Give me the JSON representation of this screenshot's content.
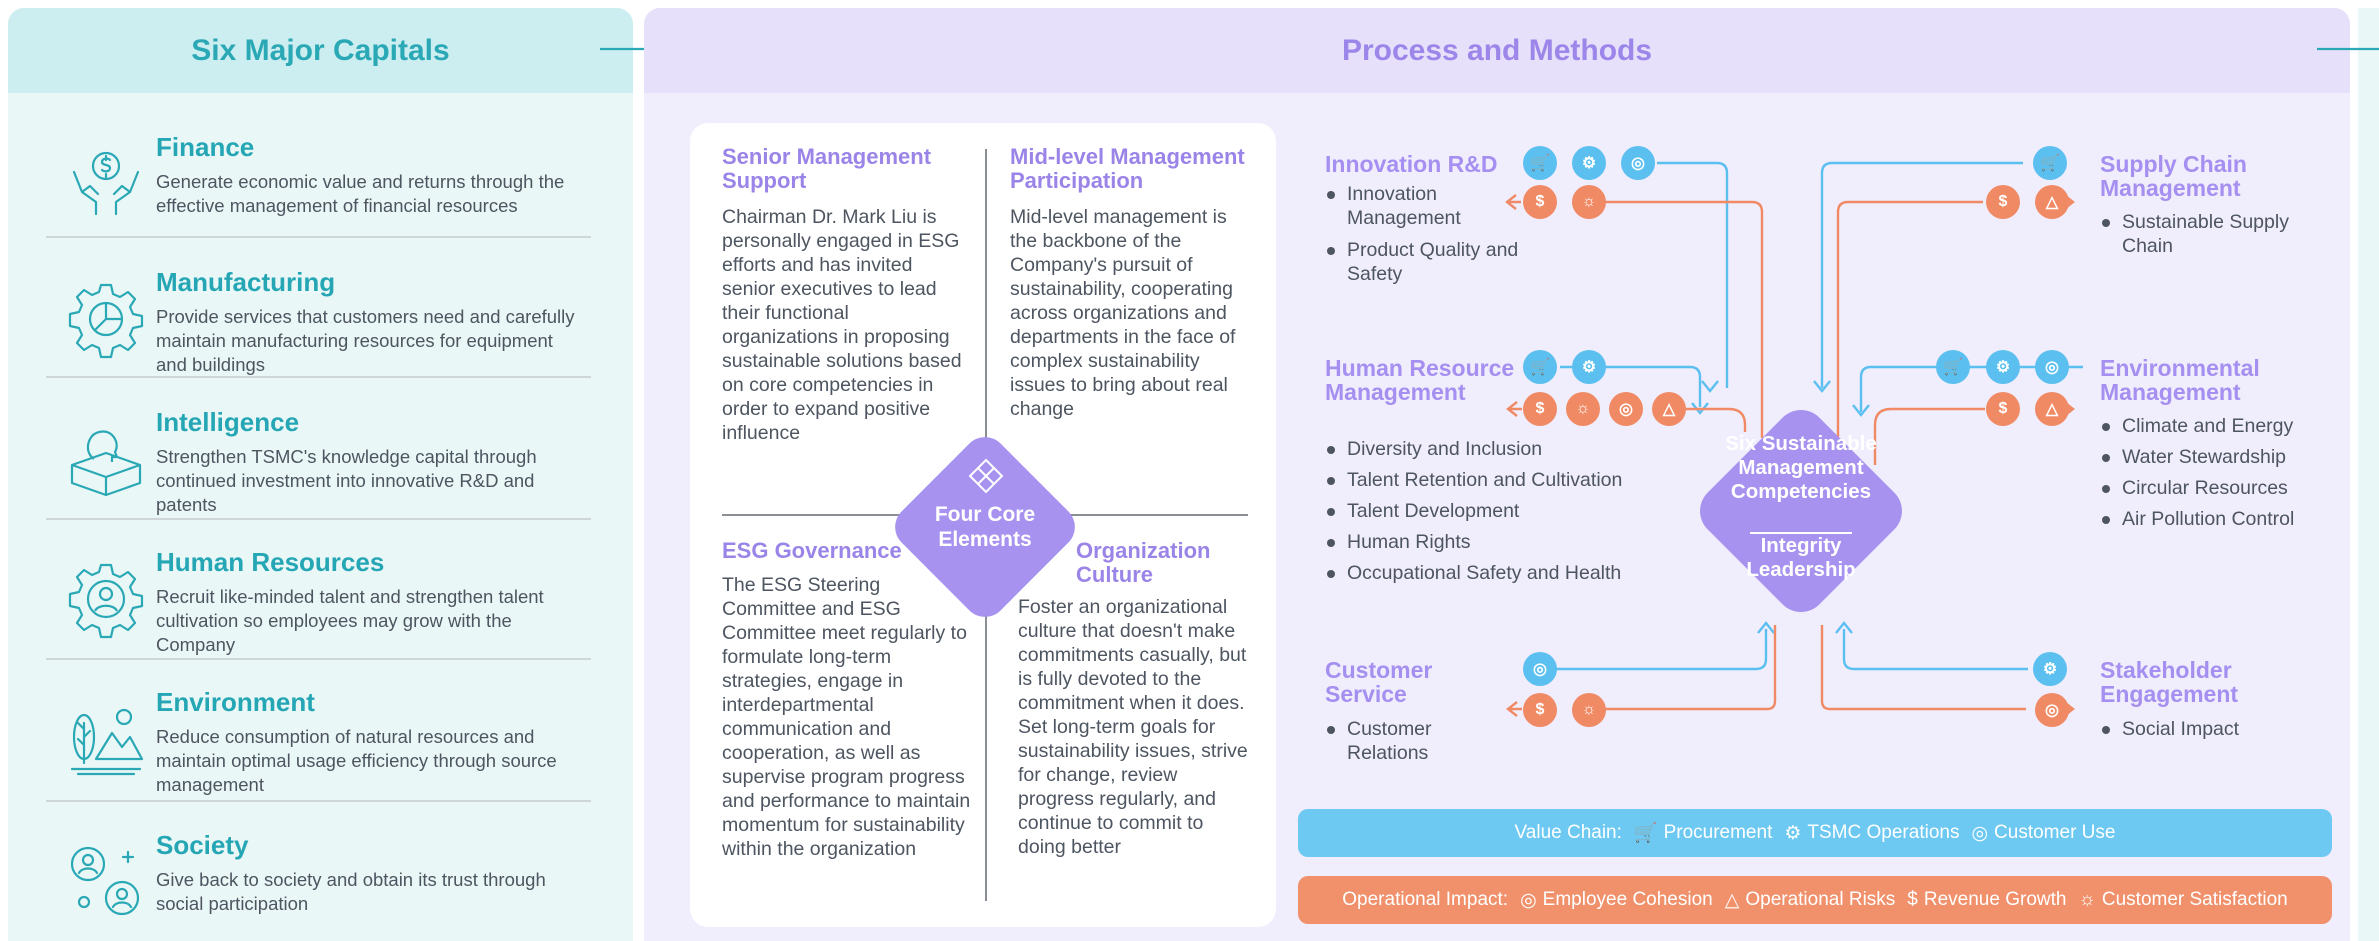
{
  "left": {
    "header": "Six Major Capitals",
    "items": [
      {
        "title": "Finance",
        "desc": "Generate economic value and returns through the effective management of financial resources"
      },
      {
        "title": "Manufacturing",
        "desc": "Provide services that customers need and carefully maintain manufacturing resources for equipment and buildings"
      },
      {
        "title": "Intelligence",
        "desc": "Strengthen TSMC's  knowledge capital through continued investment into innovative R&D and patents"
      },
      {
        "title": "Human Resources",
        "desc": "Recruit like-minded talent and strengthen talent cultivation so employees may grow with the Company"
      },
      {
        "title": "Environment",
        "desc": "Reduce consumption of natural resources and maintain optimal usage efficiency through source management"
      },
      {
        "title": "Society",
        "desc": "Give back to society and obtain its trust through social participation"
      }
    ]
  },
  "middle": {
    "header": "Process and Methods",
    "core": {
      "center_label": "Four Core Elements",
      "senior": {
        "title": "Senior Management Support",
        "text": "Chairman Dr. Mark Liu is personally engaged in ESG efforts and has invited senior executives to lead their functional organizations in proposing sustainable solutions based on core competencies in order to expand positive influence"
      },
      "mid": {
        "title": "Mid-level Management Participation",
        "text": "Mid-level management is the backbone of the Company's pursuit of sustainability, cooperating across organizations and departments in the face of complex sustainability issues to bring about real change"
      },
      "esg": {
        "title": "ESG Governance",
        "text": "The ESG Steering Committee and ESG Committee meet regularly to formulate long-term strategies, engage in interdepartmental communication and cooperation, as well as supervise program progress and performance to maintain momentum for sustainability within the organization"
      },
      "culture": {
        "title": "Organization Culture",
        "text": "Foster an organizational culture that doesn't make commitments casually, but is fully devoted to the commitment when it does. Set long-term goals for sustainability issues, strive for change, review progress regularly, and continue to commit to doing better"
      }
    },
    "center": {
      "line1": "Six Sustainable Management Competencies",
      "line2": "Integrity Leadership"
    },
    "functions": {
      "innovation": {
        "title": "Innovation R&D",
        "items": [
          "Innovation Management",
          "Product Quality and Safety"
        ]
      },
      "human": {
        "title": "Human Resource Management",
        "items": [
          "Diversity and Inclusion",
          "Talent Retention and Cultivation",
          "Talent Development",
          "Human Rights",
          "Occupational Safety and Health"
        ]
      },
      "customer": {
        "title": "Customer Service",
        "items": [
          "Customer Relations"
        ]
      },
      "supply": {
        "title": "Supply Chain Management",
        "items": [
          "Sustainable Supply Chain"
        ]
      },
      "environmental": {
        "title": "Environmental Management",
        "items": [
          "Climate and Energy",
          "Water Stewardship",
          "Circular Resources",
          "Air Pollution Control"
        ]
      },
      "stakeholder": {
        "title": "Stakeholder Engagement",
        "items": [
          "Social Impact"
        ]
      }
    },
    "value_chain": {
      "label": "Value Chain:",
      "procurement": "Procurement",
      "operations": "TSMC Operations",
      "customer_use": "Customer Use"
    },
    "operational_impact": {
      "label": "Operational Impact:",
      "cohesion": "Employee Cohesion",
      "risks": "Operational Risks",
      "revenue": "Revenue Growth",
      "satisfaction": "Customer Satisfaction"
    },
    "colors": {
      "blue": "#5bc0f0",
      "orange": "#f08a64",
      "purple": "#a58ff0",
      "teal": "#2aa8b5"
    }
  }
}
